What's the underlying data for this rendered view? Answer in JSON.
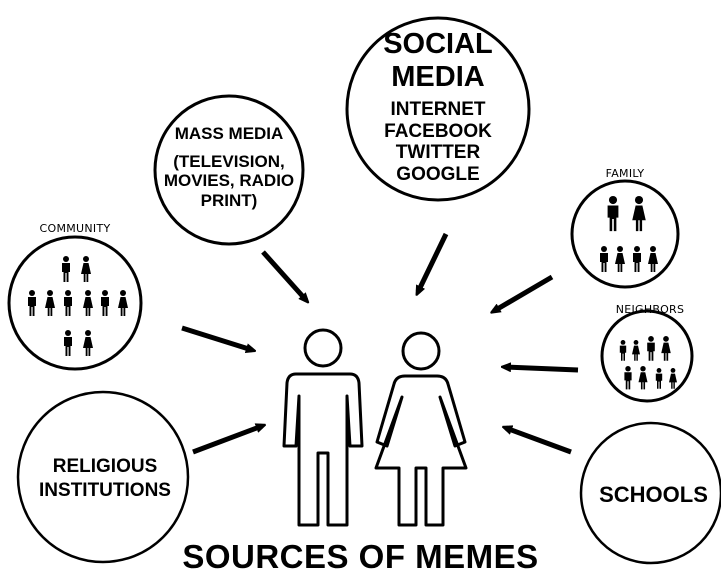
{
  "title": "SOURCES OF MEMES",
  "sources": {
    "social_media": {
      "heading_1": "SOCIAL",
      "heading_2": "MEDIA",
      "items": [
        "INTERNET",
        "FACEBOOK",
        "TWITTER",
        "GOOGLE"
      ]
    },
    "mass_media": {
      "heading": "MASS MEDIA",
      "lines": [
        "(TELEVISION,",
        "MOVIES, RADIO",
        "PRINT)"
      ]
    },
    "community": {
      "label": "COMMUNITY"
    },
    "family": {
      "label": "FAMILY"
    },
    "neighbors": {
      "label": "NEIGHBORS"
    },
    "religious": {
      "lines": [
        "RELIGIOUS",
        "INSTITUTIONS"
      ]
    },
    "schools": {
      "label": "SCHOOLS"
    }
  },
  "center_icons": [
    "man-icon",
    "woman-icon"
  ]
}
